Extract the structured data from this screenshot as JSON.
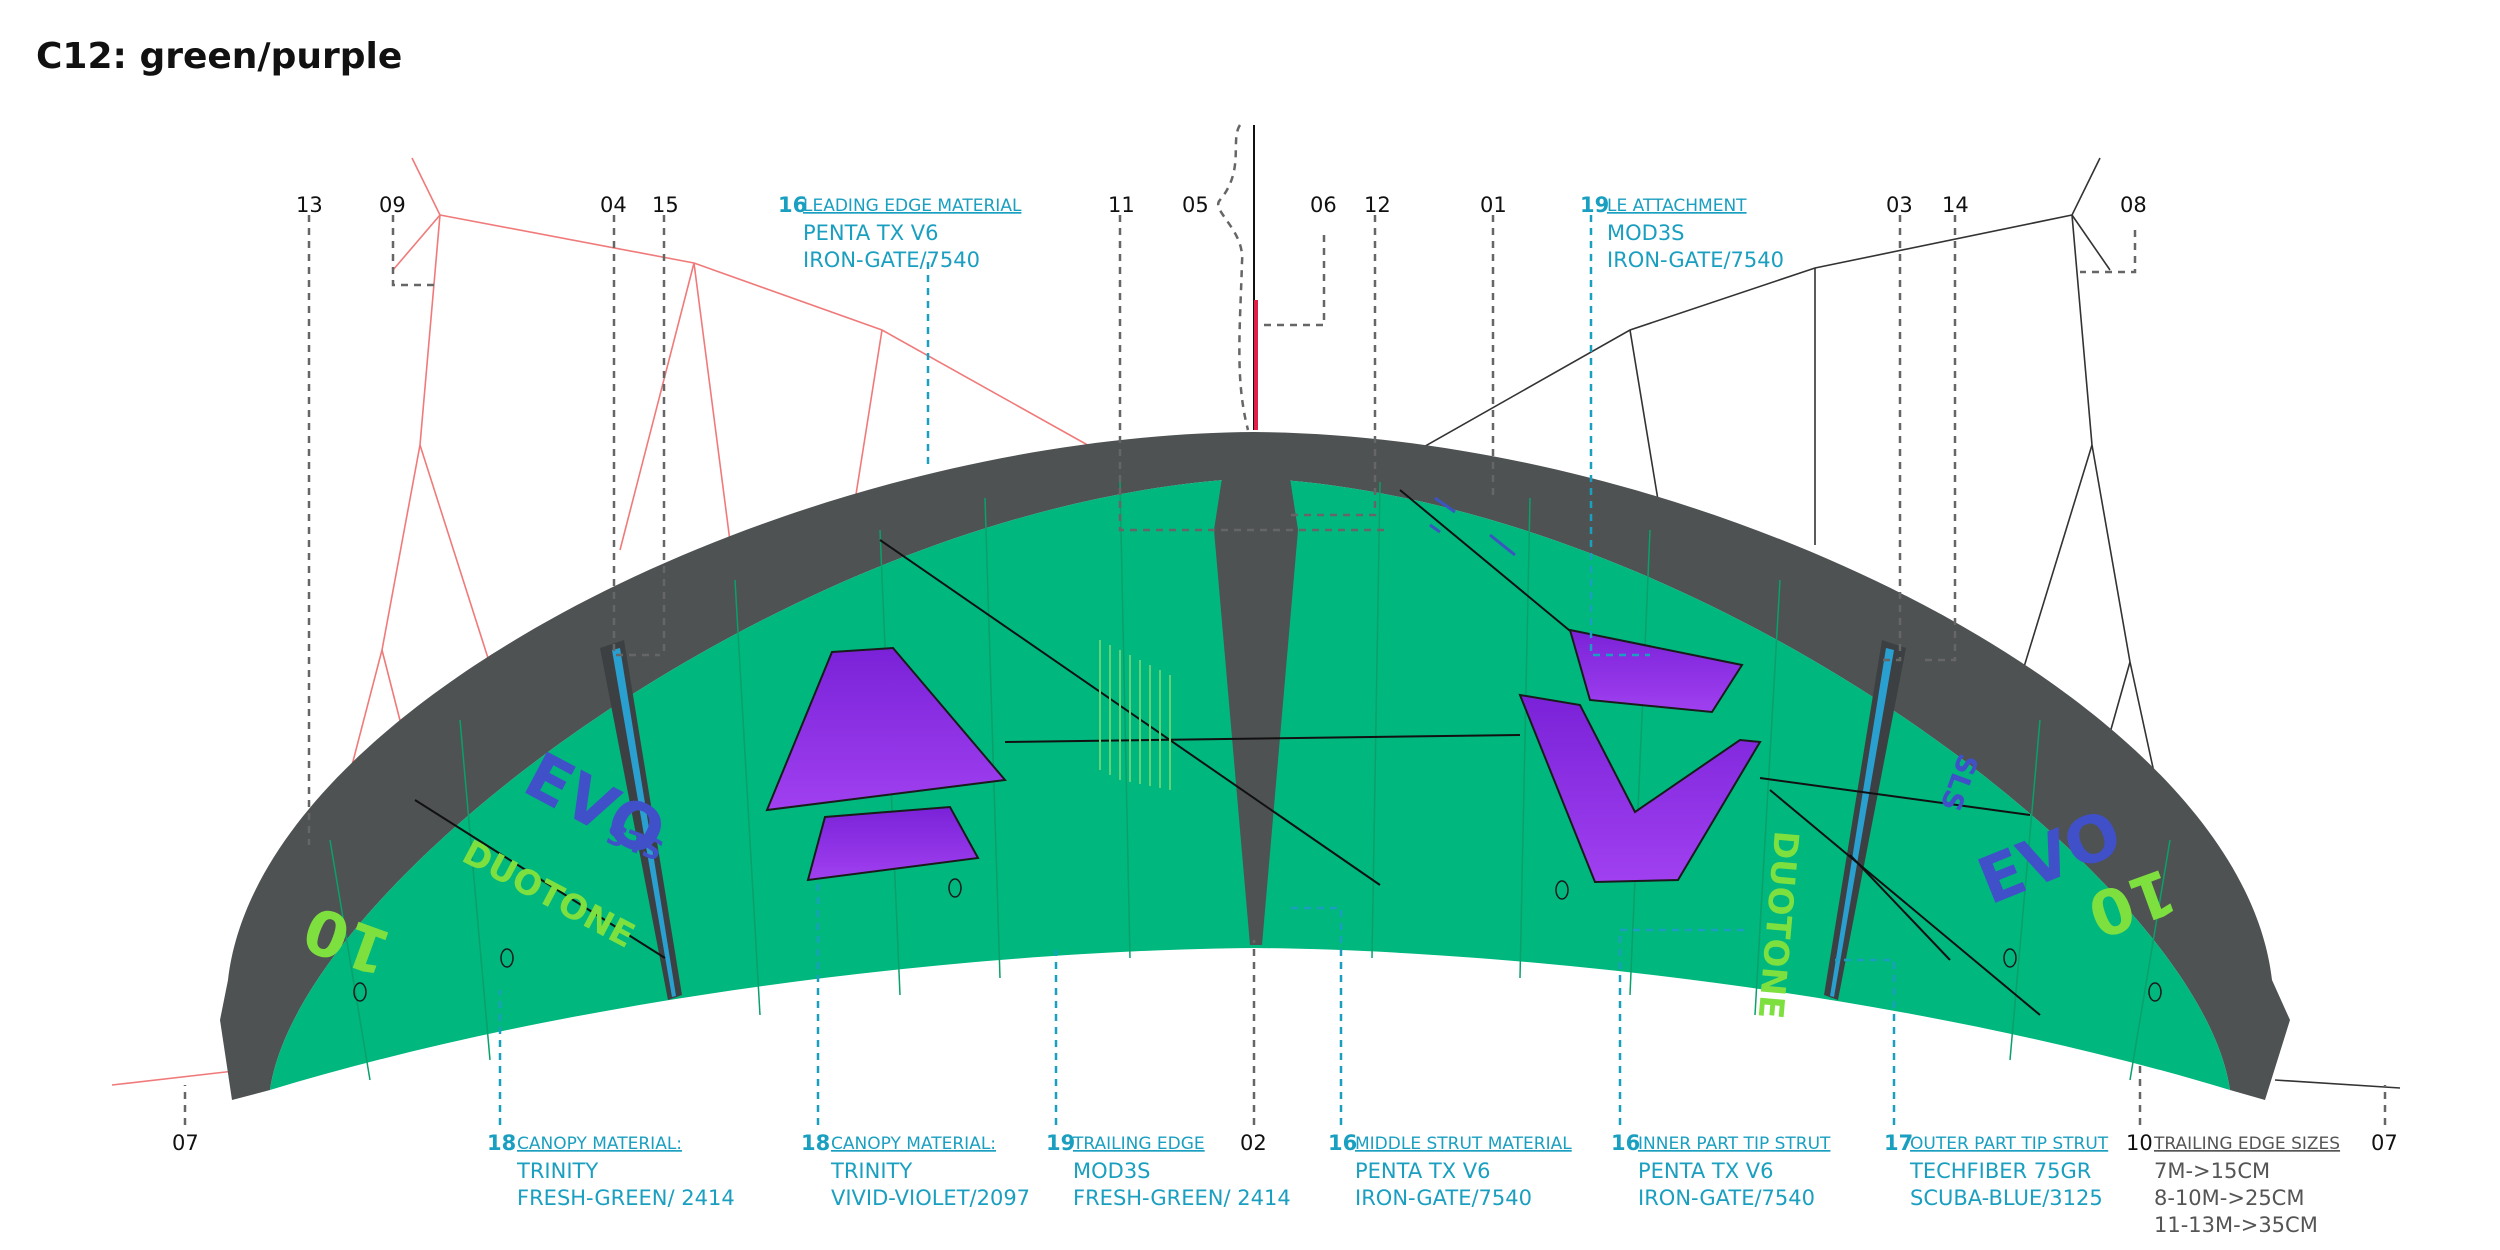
{
  "title": "C12: green/purple",
  "colors": {
    "canopy": "#00b77e",
    "leading_edge": "#4e5253",
    "violet": "#8a2be2",
    "callout": "#1a9fc0",
    "bridle_left": "#f07a7a",
    "logo_green": "#7ee03f",
    "logo_blue": "#4050c8",
    "strut_blue": "#2aa0d0"
  },
  "top_numbers": [
    "13",
    "09",
    "04",
    "15",
    "11",
    "05",
    "06",
    "12",
    "01",
    "03",
    "14",
    "08"
  ],
  "bottom_numbers": {
    "left": "07",
    "center": "02",
    "right": "07"
  },
  "top_callouts": [
    {
      "num": "16",
      "heading": "LEADING EDGE MATERIAL",
      "lines": [
        "PENTA TX V6",
        "IRON-GATE/7540"
      ]
    },
    {
      "num": "19",
      "heading": "LE ATTACHMENT",
      "lines": [
        "MOD3S",
        "IRON-GATE/7540"
      ]
    }
  ],
  "bottom_callouts": [
    {
      "num": "18",
      "heading": "CANOPY MATERIAL:",
      "lines": [
        "TRINITY",
        "FRESH-GREEN/ 2414"
      ]
    },
    {
      "num": "18",
      "heading": "CANOPY MATERIAL:",
      "lines": [
        "TRINITY",
        "VIVID-VIOLET/2097"
      ]
    },
    {
      "num": "19",
      "heading": "TRAILING EDGE",
      "lines": [
        "MOD3S",
        "FRESH-GREEN/ 2414"
      ]
    },
    {
      "num": "16",
      "heading": "MIDDLE STRUT MATERIAL",
      "lines": [
        "PENTA TX V6",
        "IRON-GATE/7540"
      ]
    },
    {
      "num": "16",
      "heading": "INNER PART TIP STRUT",
      "lines": [
        "PENTA TX V6",
        "IRON-GATE/7540"
      ]
    },
    {
      "num": "17",
      "heading": "OUTER PART TIP STRUT",
      "lines": [
        "TECHFIBER 75GR",
        "SCUBA-BLUE/3125"
      ]
    }
  ],
  "trailing_edge_sizes": {
    "num": "10",
    "heading": "TRAILING EDGE SIZES",
    "lines": [
      "7M->15CM",
      "8-10M->25CM",
      "11-13M->35CM"
    ]
  },
  "logos": {
    "brand": "DUOTONE",
    "model_left": "EVO",
    "model_right": "EVO",
    "sls_left": "SLS",
    "sls_right": "SLS",
    "size_left": "10",
    "size_right": "10"
  }
}
